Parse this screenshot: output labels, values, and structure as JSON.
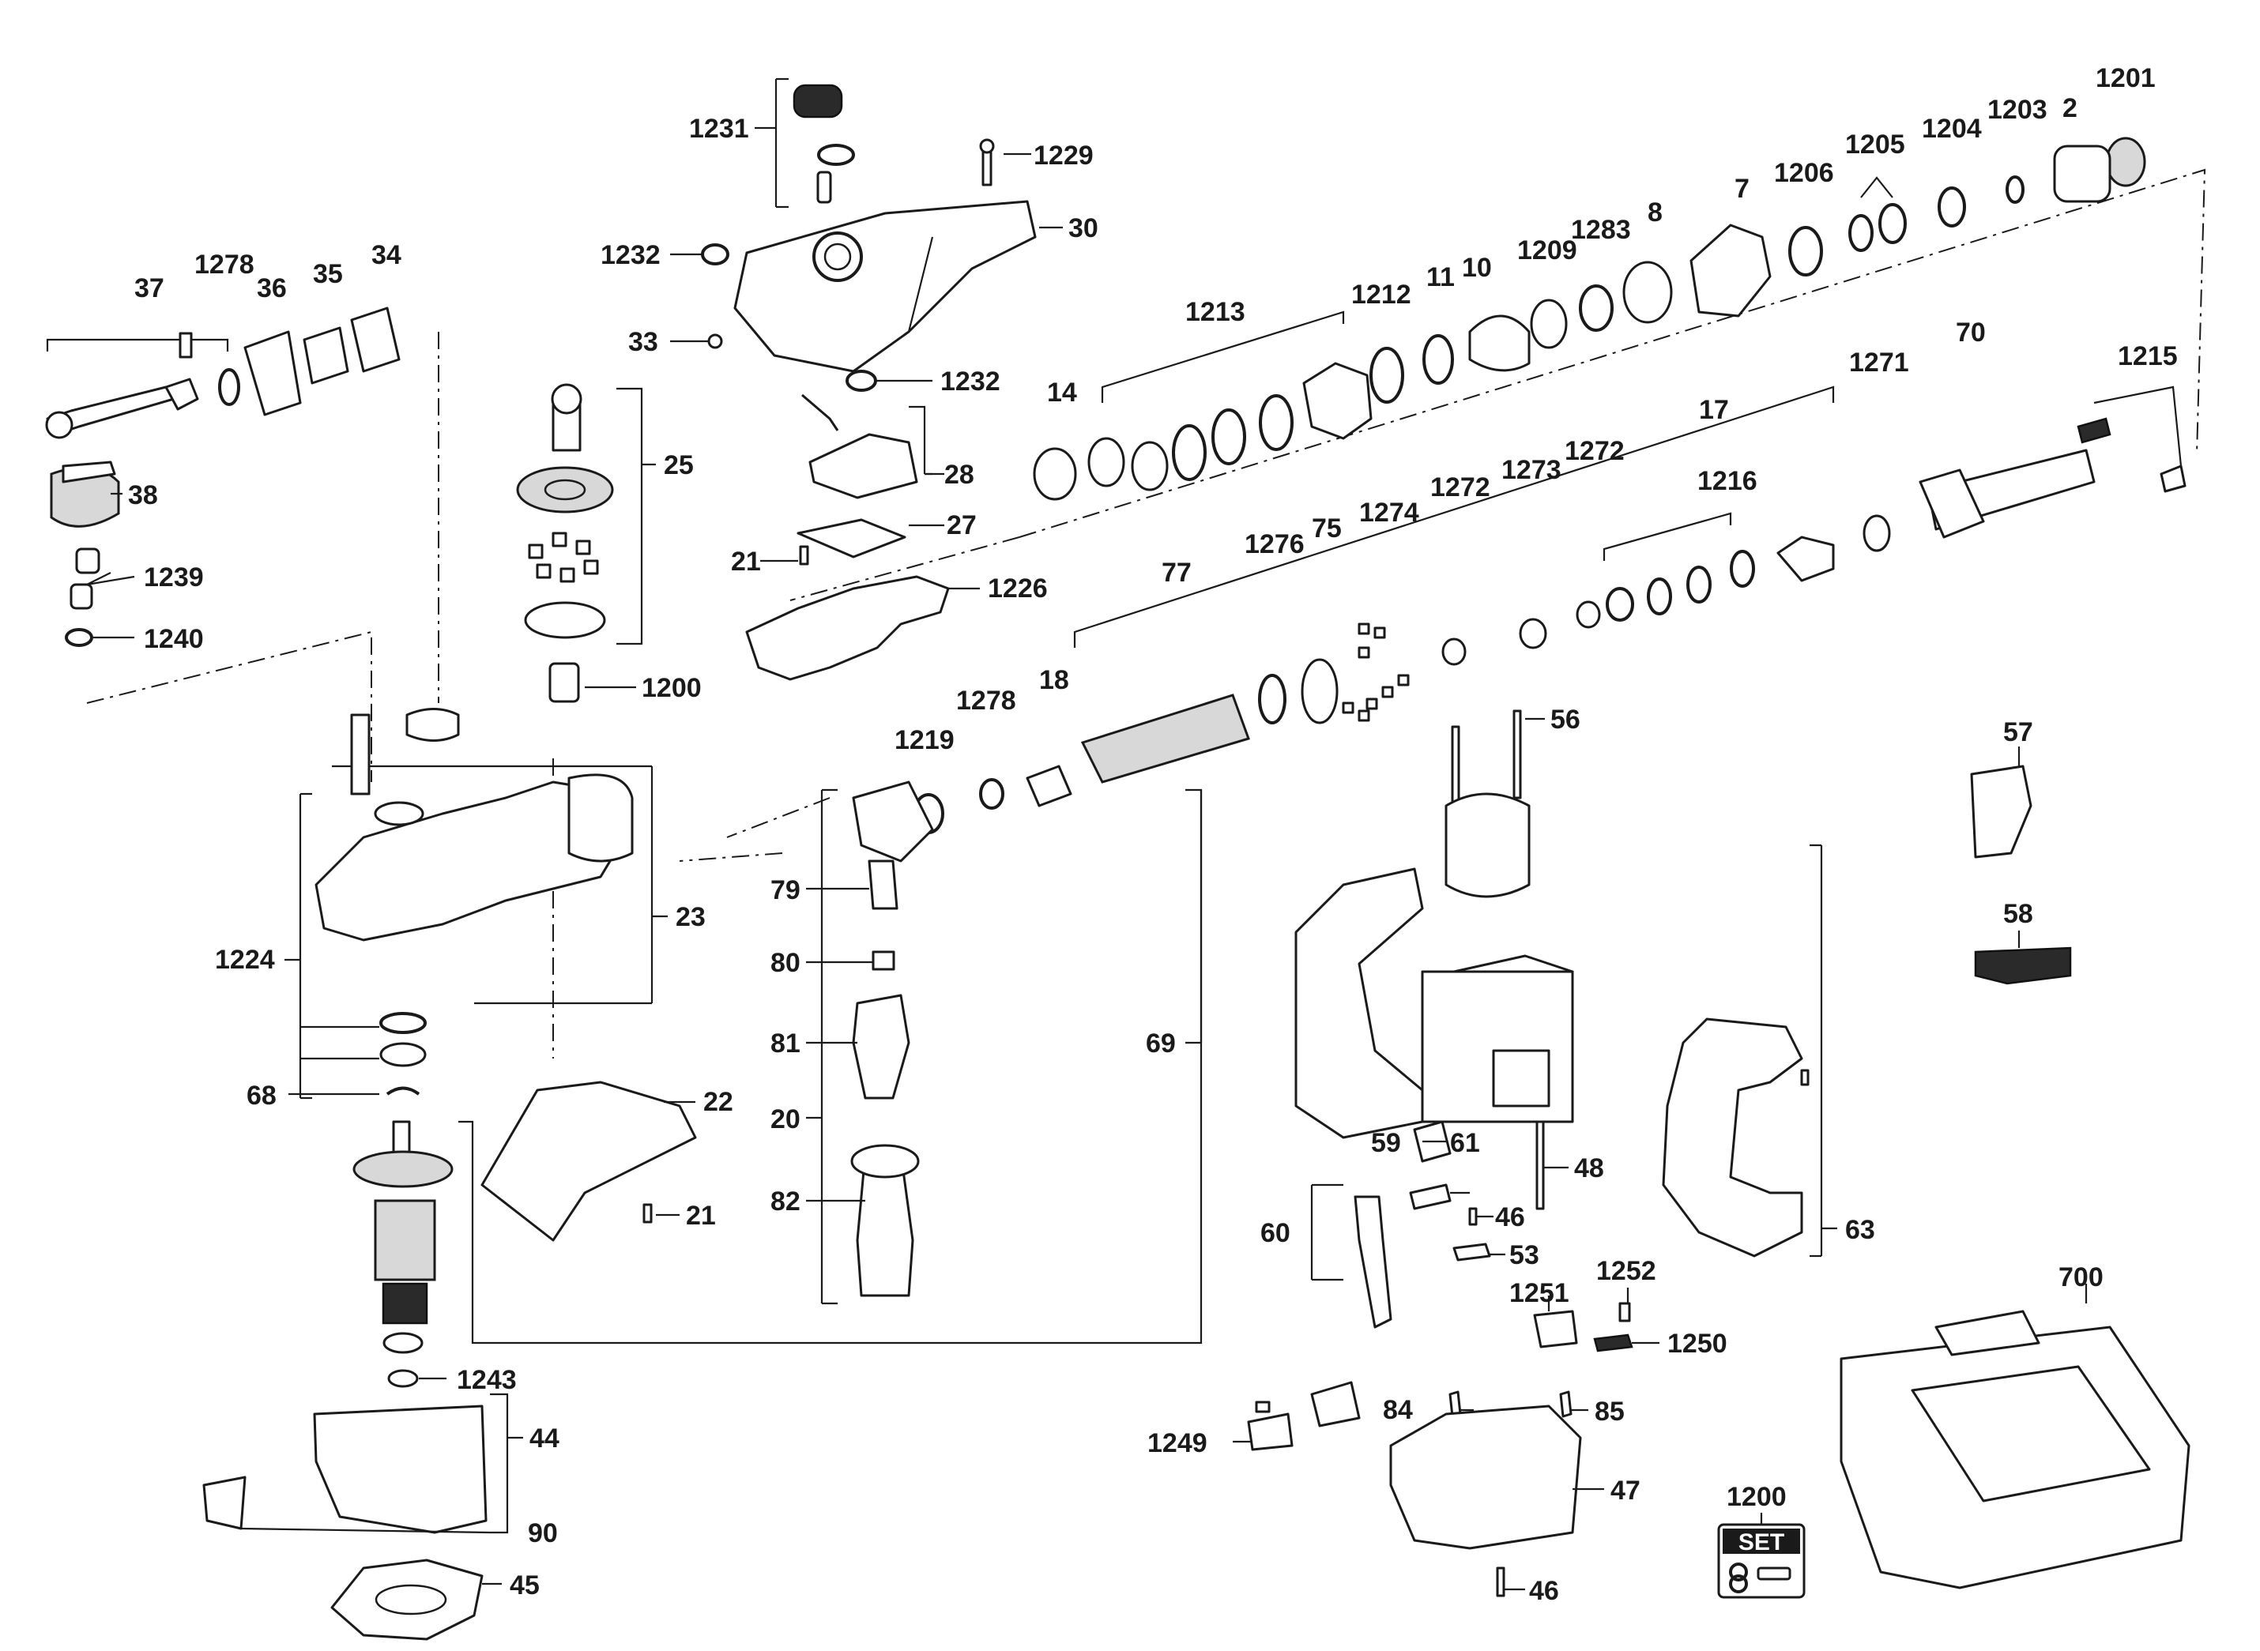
{
  "callouts": {
    "n1231": "1231",
    "n1229": "1229",
    "n30": "30",
    "n1232a": "1232",
    "n1232b": "1232",
    "n33": "33",
    "n28": "28",
    "n27": "27",
    "n21a": "21",
    "n1226": "1226",
    "n37": "37",
    "n1278a": "1278",
    "n36": "36",
    "n35": "35",
    "n34": "34",
    "n38": "38",
    "n1239": "1239",
    "n1240": "1240",
    "n25": "25",
    "n1200a": "1200",
    "n23": "23",
    "n1224": "1224",
    "n68": "68",
    "n22": "22",
    "n21b": "21",
    "n1243": "1243",
    "n44": "44",
    "n90": "90",
    "n45": "45",
    "n1201": "1201",
    "n2": "2",
    "n1203": "1203",
    "n1204": "1204",
    "n1205": "1205",
    "n1206": "1206",
    "n7": "7",
    "n8": "8",
    "n1283": "1283",
    "n1209": "1209",
    "n10": "10",
    "n11": "11",
    "n1212": "1212",
    "n1213": "1213",
    "n14": "14",
    "n1215": "1215",
    "n70": "70",
    "n1271": "1271",
    "n17": "17",
    "n1216": "1216",
    "n1272a": "1272",
    "n1273": "1273",
    "n1272b": "1272",
    "n1274": "1274",
    "n75": "75",
    "n1276": "1276",
    "n77": "77",
    "n18": "18",
    "n1278b": "1278",
    "n1219": "1219",
    "n79": "79",
    "n80": "80",
    "n81": "81",
    "n20": "20",
    "n82": "82",
    "n56": "56",
    "n69": "69",
    "n59": "59",
    "n61": "61",
    "n48": "48",
    "n46a": "46",
    "n60": "60",
    "n53": "53",
    "n1252": "1252",
    "n1251": "1251",
    "n1250": "1250",
    "n84": "84",
    "n85": "85",
    "n1249": "1249",
    "n47": "47",
    "n46b": "46",
    "n57": "57",
    "n58": "58",
    "n63": "63",
    "n700": "700",
    "n1200b": "1200"
  },
  "set_badge": {
    "label": "SET"
  }
}
